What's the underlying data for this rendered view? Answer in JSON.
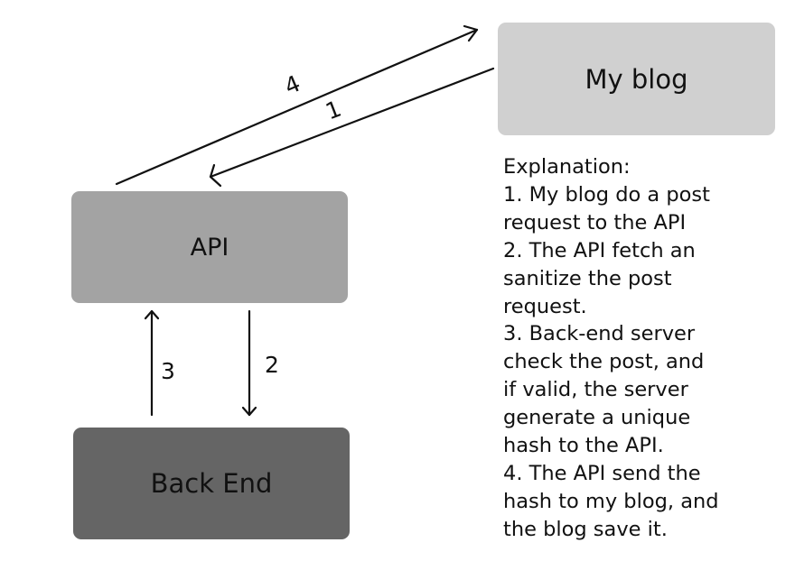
{
  "nodes": {
    "blog": {
      "label": "My blog",
      "color": "#d0d0d0"
    },
    "api": {
      "label": "API",
      "color": "#a3a3a3"
    },
    "backend": {
      "label": "Back End",
      "color": "#656565"
    }
  },
  "edges": [
    {
      "label": "1"
    },
    {
      "label": "2"
    },
    {
      "label": "3"
    },
    {
      "label": "4"
    }
  ],
  "explanation": {
    "lines": [
      "Explanation:",
      "1. My blog do a post",
      "request to the API",
      "2. The API fetch an",
      "sanitize the post",
      "request.",
      "3. Back-end server",
      "check the post, and",
      "if valid, the server",
      "generate a unique",
      "hash to the API.",
      "4. The API send the",
      "hash to my blog, and",
      "the blog save it."
    ]
  }
}
